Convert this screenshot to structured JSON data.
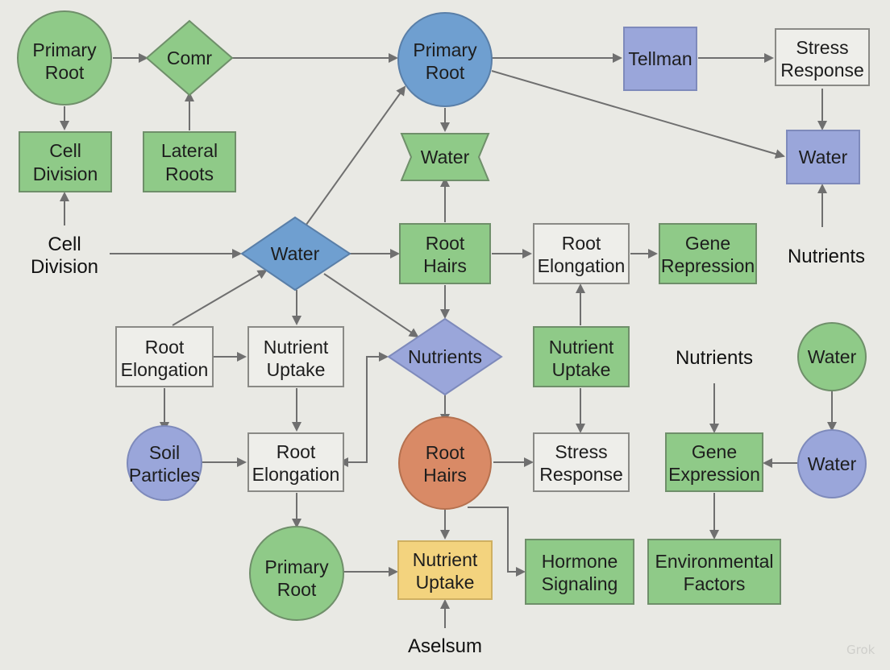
{
  "colors": {
    "background": "#e9e9e4",
    "green": "#8fca88",
    "green_stroke": "#6f8f6a",
    "blue": "#6f9fd0",
    "blue_stroke": "#5a7fa8",
    "lavender": "#9aa6da",
    "lavender_stroke": "#7e8abb",
    "gray": "#eeeeea",
    "gray_stroke": "#8a8a86",
    "orange": "#d98a66",
    "orange_stroke": "#b5714f",
    "yellow": "#f3d37e",
    "yellow_stroke": "#cfb061",
    "edge": "#6f6f6f"
  },
  "nodes": {
    "primary_root_1": [
      "Primary",
      "Root"
    ],
    "comr": [
      "Comr"
    ],
    "primary_root_2": [
      "Primary",
      "Root"
    ],
    "tellman": [
      "Tellman"
    ],
    "stress_response_1": [
      "Stress",
      "Response"
    ],
    "cell_division_box": [
      "Cell",
      "Division"
    ],
    "lateral_roots": [
      "Lateral",
      "Roots"
    ],
    "water_bowtie": [
      "Water"
    ],
    "water_box": [
      "Water"
    ],
    "cell_division_text": [
      "Cell",
      "Division"
    ],
    "water_diamond": [
      "Water"
    ],
    "root_hairs_box": [
      "Root",
      "Hairs"
    ],
    "root_elongation_1": [
      "Root",
      "Elongation"
    ],
    "gene_repression": [
      "Gene",
      "Repression"
    ],
    "nutrients_text_1": [
      "Nutrients"
    ],
    "root_elongation_2": [
      "Root",
      "Elongation"
    ],
    "nutrient_uptake_1": [
      "Nutrient",
      "Uptake"
    ],
    "nutrients_diamond": [
      "Nutrients"
    ],
    "nutrient_uptake_2": [
      "Nutrient",
      "Uptake"
    ],
    "nutrients_text_2": [
      "Nutrients"
    ],
    "water_circle_1": [
      "Water"
    ],
    "soil_particles": [
      "Soil",
      "Particles"
    ],
    "root_elongation_3": [
      "Root",
      "Elongation"
    ],
    "root_hairs_circle": [
      "Root",
      "Hairs"
    ],
    "stress_response_2": [
      "Stress",
      "Response"
    ],
    "gene_expression": [
      "Gene",
      "Expression"
    ],
    "water_circle_2": [
      "Water"
    ],
    "primary_root_3": [
      "Primary",
      "Root"
    ],
    "nutrient_uptake_3": [
      "Nutrient",
      "Uptake"
    ],
    "hormone_signaling": [
      "Hormone",
      "Signaling"
    ],
    "environmental_factors": [
      "Environmental",
      "Factors"
    ],
    "aselsum_text": [
      "Aselsum"
    ]
  },
  "watermark": "Grok"
}
